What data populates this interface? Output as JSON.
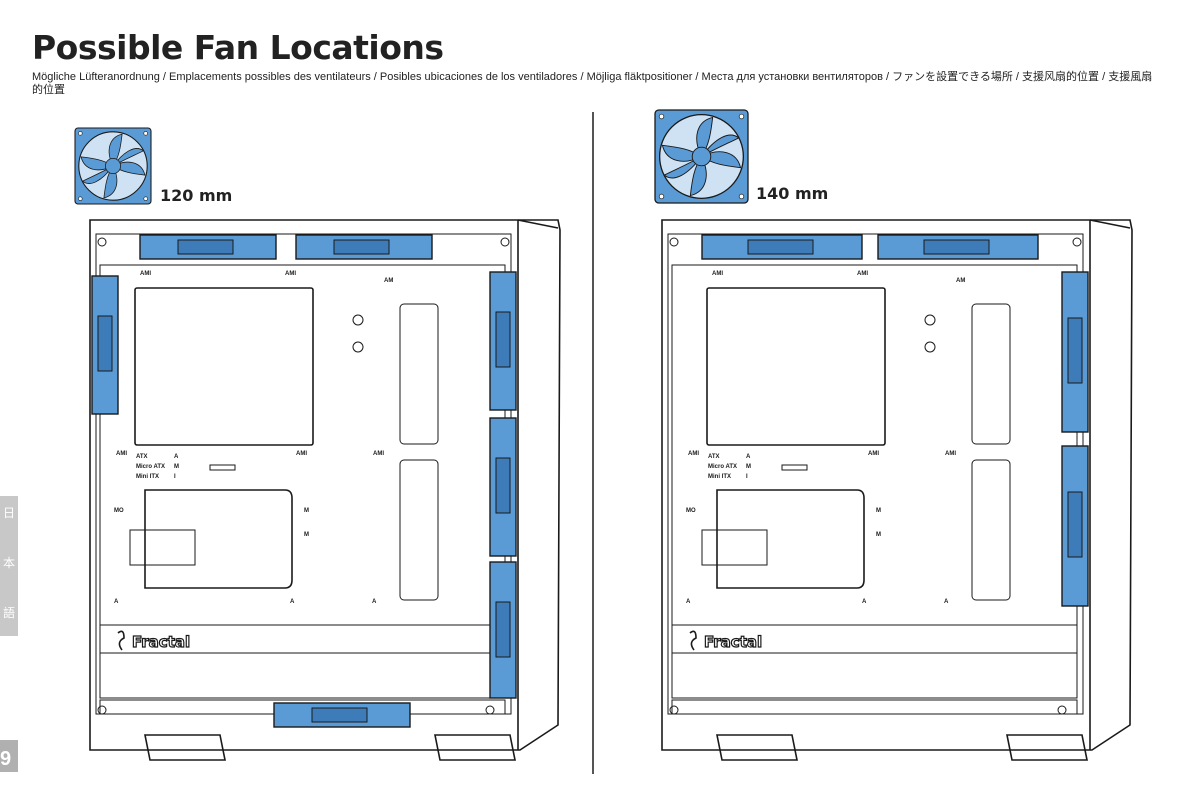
{
  "page": {
    "title": "Possible Fan Locations",
    "subtitle": "Mögliche Lüfteranordnung / Emplacements possibles des ventilateurs / Posibles ubicaciones de los ventiladores / Möjliga fläktpositioner / Места для установки вентиляторов / ファンを設置できる場所 / 支援风扇的位置 / 支援風扇的位置",
    "page_number": "9",
    "side_tab_chars": [
      "日",
      "本",
      "語"
    ]
  },
  "panels": [
    {
      "fan_size_label": "120 mm",
      "logo_text": "Fractal"
    },
    {
      "fan_size_label": "140 mm",
      "logo_text": "Fractal"
    }
  ],
  "board_labels": {
    "atx": "ATX",
    "micro_atx": "Micro  ATX",
    "mini_itx": "Mini  ITX",
    "a": "A",
    "m": "M",
    "i": "I",
    "ami": "AMI",
    "am": "AM",
    "mo": "MO"
  },
  "colors": {
    "fan_blue": "#5b9bd5",
    "fan_dark": "#3d7cb8",
    "line": "#1a1a1a"
  },
  "icons": {
    "fan": "fan-icon",
    "logo": "fractal-logo-icon"
  }
}
